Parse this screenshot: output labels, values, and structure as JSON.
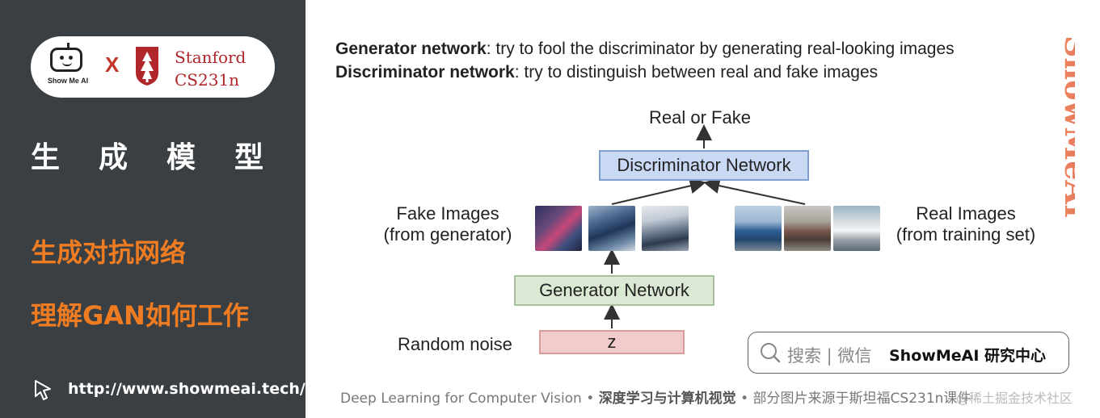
{
  "brand": {
    "logo_text": "Show Me AI",
    "times": "X",
    "stanford_line1": "Stanford",
    "stanford_line2": "CS231n"
  },
  "sidebar": {
    "course_title": "生成模型",
    "topic_1": "生成对抗网络",
    "topic_2": "理解GAN如何工作",
    "url": "http://www.showmeai.tech/"
  },
  "definitions": {
    "generator_term": "Generator network",
    "generator_desc": ": try to fool the discriminator by generating real-looking images",
    "discriminator_term": "Discriminator network",
    "discriminator_desc": ": try to distinguish between real and fake images"
  },
  "diagram": {
    "output_label": "Real or Fake",
    "discriminator": "Discriminator Network",
    "fake_label_1": "Fake Images",
    "fake_label_2": "(from generator)",
    "real_label_1": "Real Images",
    "real_label_2": "(from training set)",
    "generator": "Generator Network",
    "noise_label": "Random noise",
    "z": "z"
  },
  "watermark_text": "ShowMeAI",
  "search": {
    "text": "搜索 | 微信",
    "brand": "ShowMeAI 研究中心"
  },
  "footer": {
    "part1": "Deep Learning for Computer Vision",
    "sep": " • ",
    "part2": "深度学习与计算机视觉",
    "part3": "部分图片来源于斯坦福CS231n课件"
  },
  "credit": "@稀土掘金技术社区",
  "colors": {
    "sidebar_bg": "#3a3f44",
    "accent_orange": "#f07c21",
    "stanford_red": "#b1262b",
    "disc_fill": "#c9d9f4",
    "gen_fill": "#dbe8d3",
    "z_fill": "#f2cccc"
  }
}
